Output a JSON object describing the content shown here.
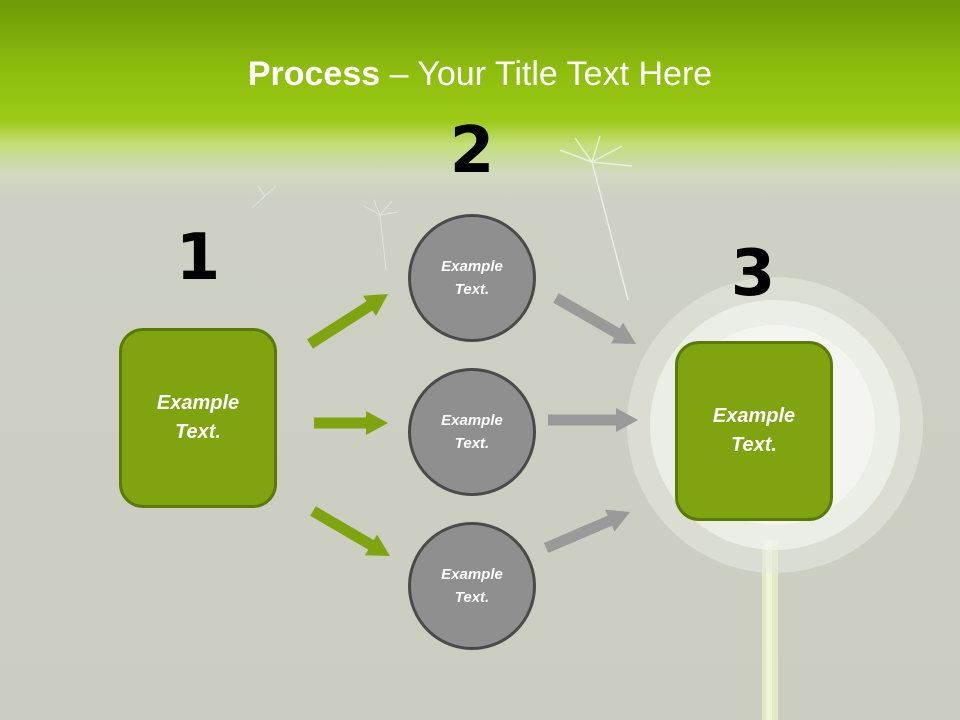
{
  "title": {
    "bold": "Process",
    "rest": " – Your Title Text Here"
  },
  "steps": [
    {
      "number": "1",
      "label": "Example Text."
    },
    {
      "number": "2",
      "circles": [
        "Example Text.",
        "Example Text.",
        "Example Text."
      ]
    },
    {
      "number": "3",
      "label": "Example Text."
    }
  ],
  "colors": {
    "green_box": "#7fa40f",
    "green_arrow": "#7fa40f",
    "gray_circle": "#8f8f8f",
    "gray_arrow": "#9a9a9a"
  }
}
